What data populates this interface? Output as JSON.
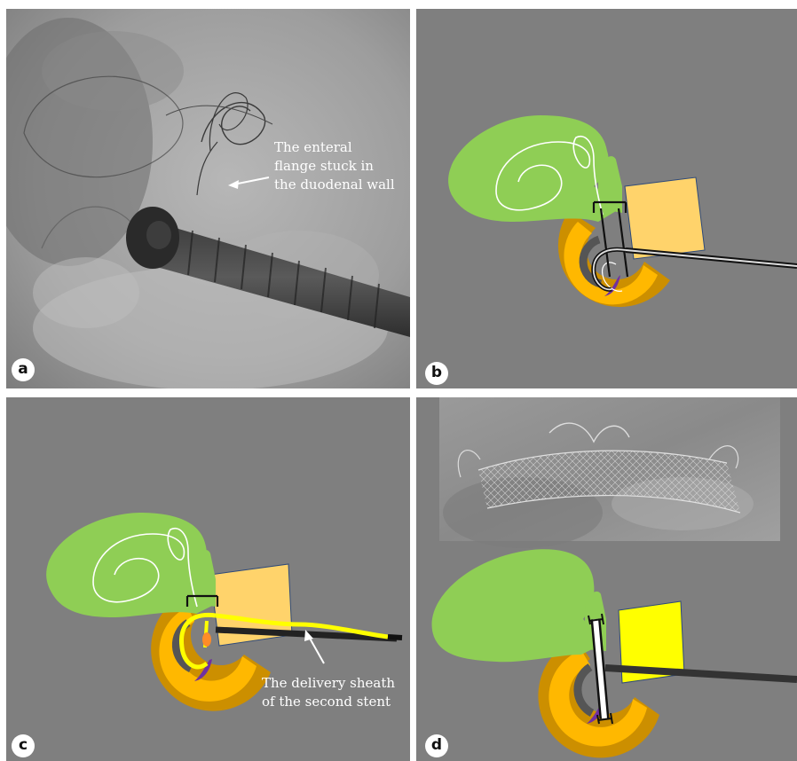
{
  "panels": [
    {
      "label": "a",
      "annotation": [
        "The enteral",
        "flange stuck in",
        "the duodenal wall"
      ]
    },
    {
      "label": "b"
    },
    {
      "label": "c",
      "annotation": [
        "The delivery sheath",
        "of the second stent"
      ]
    },
    {
      "label": "d"
    }
  ],
  "colors": {
    "background": "#7f7f7f",
    "gallbladder": "#8fce55",
    "pancreas": "#ffd36b",
    "pancreas_d": "#ffff00",
    "duodenum_outer": "#cc8f00",
    "duodenum_inner": "#ffb800",
    "lumen": "#555555",
    "papilla": "#7030a0",
    "delivery_sheath": "#ffff00"
  }
}
